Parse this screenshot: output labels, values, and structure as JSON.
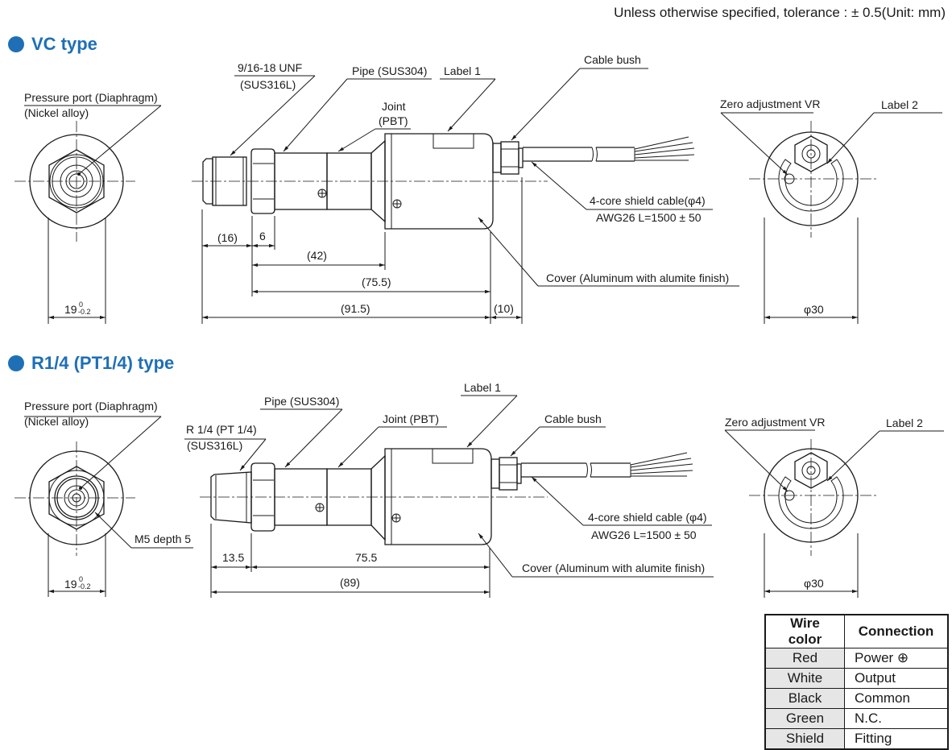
{
  "tolerance_note": "Unless otherwise specified, tolerance : ± 0.5(Unit: mm)",
  "vc": {
    "title": "VC type",
    "port_label_1": "Pressure port (Diaphragm)",
    "port_label_2": "(Nickel alloy)",
    "thread_1": "9/16-18 UNF",
    "thread_2": "(SUS316L)",
    "pipe": "Pipe (SUS304)",
    "joint_1": "Joint",
    "joint_2": "(PBT)",
    "label1": "Label 1",
    "cable_bush": "Cable bush",
    "cable_1": "4-core shield cable(φ4)",
    "cable_2": "AWG26 L=1500 ± 50",
    "cover": "Cover (Aluminum with alumite finish)",
    "zero": "Zero adjustment VR",
    "label2": "Label 2",
    "dim_16": "(16)",
    "dim_6": "6",
    "dim_42": "(42)",
    "dim_75": "(75.5)",
    "dim_91": "(91.5)",
    "dim_10": "(10)",
    "dim_19": "19",
    "tol_up": "0",
    "tol_dn": "-0.2",
    "dim_phi": "φ30"
  },
  "r14": {
    "title": "R1/4 (PT1/4) type",
    "port_label_1": "Pressure port (Diaphragm)",
    "port_label_2": "(Nickel alloy)",
    "thread_1": "R 1/4 (PT 1/4)",
    "thread_2": "(SUS316L)",
    "pipe": "Pipe (SUS304)",
    "joint": "Joint (PBT)",
    "label1": "Label 1",
    "cable_bush": "Cable bush",
    "cable_1": "4-core shield cable (φ4)",
    "cable_2": "AWG26 L=1500 ± 50",
    "cover": "Cover (Aluminum with alumite finish)",
    "m5": "M5 depth 5",
    "zero": "Zero adjustment VR",
    "label2": "Label 2",
    "dim_13": "13.5",
    "dim_75": "75.5",
    "dim_89": "(89)",
    "dim_19": "19",
    "tol_up": "0",
    "tol_dn": "-0.2",
    "dim_phi": "φ30"
  },
  "wire_table": {
    "headers": [
      "Wire color",
      "Connection"
    ],
    "rows": [
      {
        "color": "Red",
        "connection": "Power ⊕"
      },
      {
        "color": "White",
        "connection": "Output"
      },
      {
        "color": "Black",
        "connection": "Common"
      },
      {
        "color": "Green",
        "connection": "N.C."
      },
      {
        "color": "Shield",
        "connection": "Fitting"
      }
    ]
  }
}
